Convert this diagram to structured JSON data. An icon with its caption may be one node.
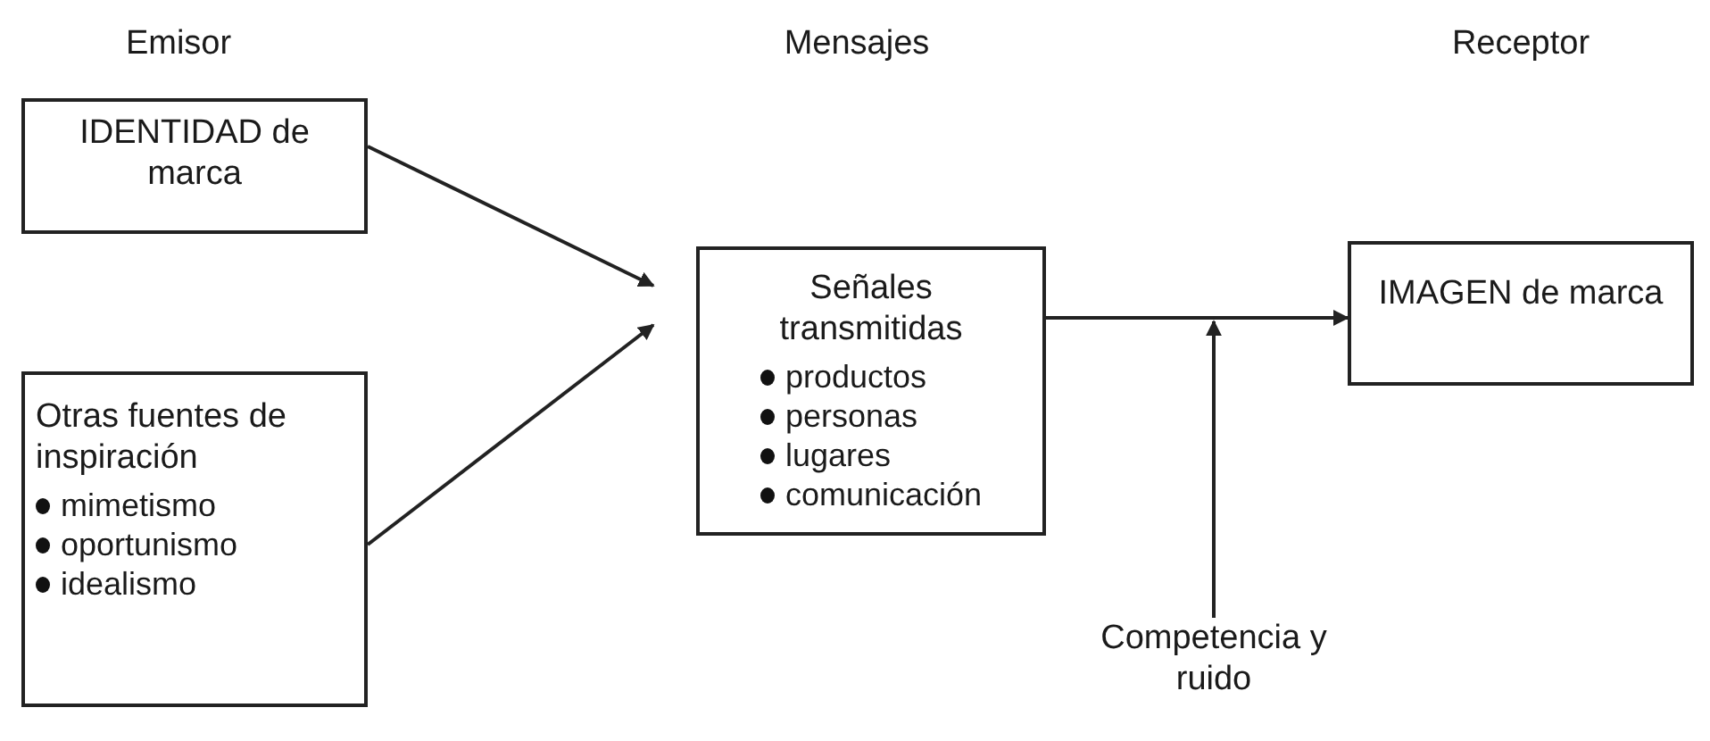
{
  "diagram": {
    "nodes": [
      {
        "text": [
          "IDENTIDAD de marca"
        ]
      },
      {
        "text": [
          "Otras fuentes de inspiración",
          "mimetismo",
          "oportunismo",
          "idealismo"
        ]
      },
      {
        "text": [
          "Señales transmitidas",
          "productos",
          "personas",
          "lugares",
          "comunicación"
        ]
      },
      {
        "text": [
          "IMAGEN de marca"
        ]
      },
      {
        "text": [
          "Competencia y ruido"
        ]
      }
    ],
    "edges": [
      {
        "from": 0,
        "to": 2,
        "arrow": "to"
      },
      {
        "from": 1,
        "to": 2,
        "arrow": "to"
      },
      {
        "from": 2,
        "to": 3,
        "arrow": "to"
      },
      {
        "from": 4,
        "to": null,
        "arrow": "to"
      }
    ],
    "labels": [
      "Emisor",
      "Mensajes",
      "Receptor"
    ]
  }
}
